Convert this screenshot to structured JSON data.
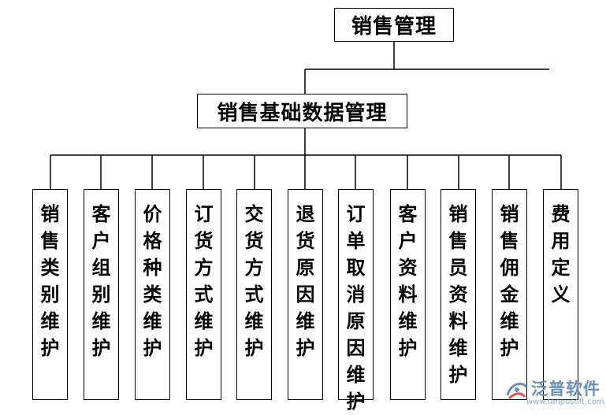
{
  "root": {
    "label": "销售管理"
  },
  "sub": {
    "label": "销售基础数据管理"
  },
  "items": [
    {
      "label": "销售类别维护"
    },
    {
      "label": "客户组别维护"
    },
    {
      "label": "价格种类维护"
    },
    {
      "label": "订货方式维护"
    },
    {
      "label": "交货方式维护"
    },
    {
      "label": "退货原因维护"
    },
    {
      "label": "订单取消原因维护"
    },
    {
      "label": "客户资料维护"
    },
    {
      "label": "销售员资料维护"
    },
    {
      "label": "销售佣金维护"
    },
    {
      "label": "费用定义"
    }
  ],
  "watermark": {
    "brand": "泛普软件",
    "url": "www.fanpusoft.com"
  }
}
